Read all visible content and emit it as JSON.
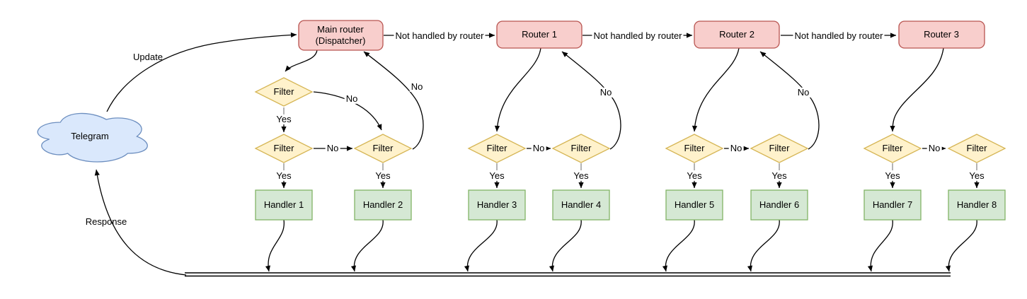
{
  "palette": {
    "router_fill": "#f8cecc",
    "router_stroke": "#b85450",
    "filter_fill": "#fff2cc",
    "filter_stroke": "#d6b656",
    "handler_fill": "#d5e8d4",
    "handler_stroke": "#82b366",
    "cloud_fill": "#dae8fc",
    "cloud_stroke": "#6c8ebf",
    "edge": "#000000",
    "background": "#ffffff"
  },
  "nodes": {
    "telegram": "Telegram",
    "main_router": "Main router\n(Dispatcher)",
    "router1": "Router 1",
    "router2": "Router 2",
    "router3": "Router 3",
    "filter": "Filter",
    "handlers": [
      "Handler 1",
      "Handler 2",
      "Handler 3",
      "Handler 4",
      "Handler 5",
      "Handler 6",
      "Handler 7",
      "Handler 8"
    ]
  },
  "edge_labels": {
    "update": "Update",
    "response": "Response",
    "yes": "Yes",
    "no": "No",
    "not_handled": "Not handled by router"
  }
}
